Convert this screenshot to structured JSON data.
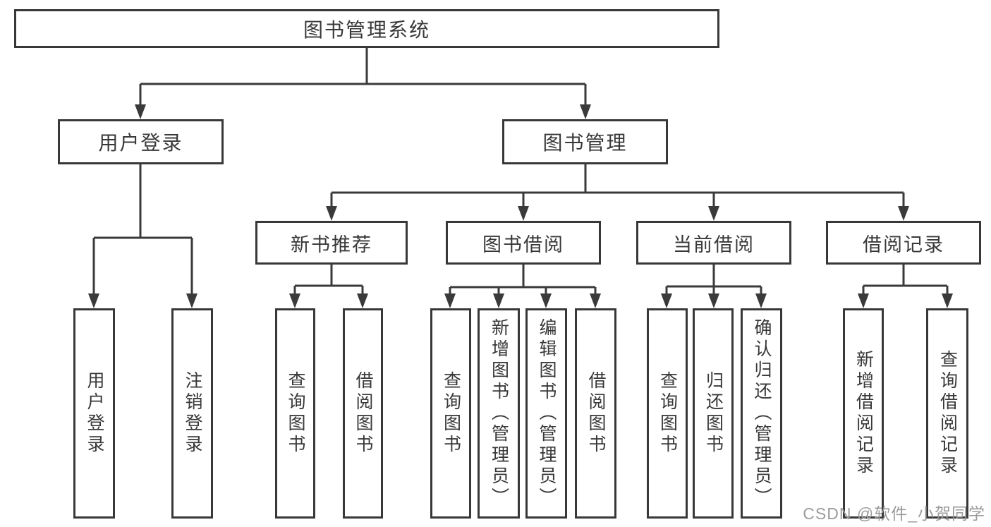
{
  "root": {
    "label": "图书管理系统"
  },
  "branches": [
    {
      "label": "用户登录",
      "children": [
        {
          "label": "用户登录"
        },
        {
          "label": "注销登录"
        }
      ]
    },
    {
      "label": "图书管理",
      "children": [
        {
          "label": "新书推荐",
          "children": [
            {
              "label": "查询图书"
            },
            {
              "label": "借阅图书"
            }
          ]
        },
        {
          "label": "图书借阅",
          "children": [
            {
              "label": "查询图书"
            },
            {
              "label": "新增图书（管理员）"
            },
            {
              "label": "编辑图书（管理员）"
            },
            {
              "label": "借阅图书"
            }
          ]
        },
        {
          "label": "当前借阅",
          "children": [
            {
              "label": "查询图书"
            },
            {
              "label": "归还图书"
            },
            {
              "label": "确认归还（管理员）"
            }
          ]
        },
        {
          "label": "借阅记录",
          "children": [
            {
              "label": "新增借阅记录"
            },
            {
              "label": "查询借阅记录"
            }
          ]
        }
      ]
    }
  ],
  "watermark": "CSDN @软件_小贺同学",
  "colors": {
    "line": "#3a3a3a",
    "border": "#383838",
    "text": "#383838",
    "watermark": "#9b9b9b",
    "background": "#ffffff"
  }
}
